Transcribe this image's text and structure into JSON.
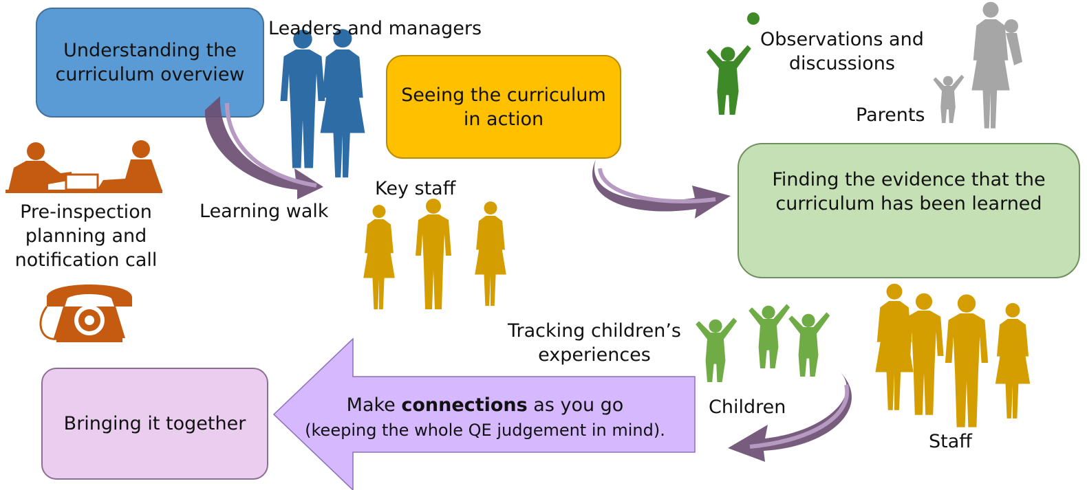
{
  "boxes": {
    "understanding": [
      "Understanding the",
      "curriculum overview"
    ],
    "seeing": [
      "Seeing the curriculum",
      "in action"
    ],
    "finding": [
      "Finding the evidence that the",
      "curriculum has been learned"
    ],
    "together": [
      "Bringing it together"
    ]
  },
  "labels": {
    "leaders": "Leaders and managers",
    "learning_walk": "Learning walk",
    "key_staff": "Key staff",
    "observations": [
      "Observations and",
      "discussions"
    ],
    "parents": "Parents",
    "pre_inspection": [
      "Pre-inspection",
      "planning and",
      "notification call"
    ],
    "tracking": [
      "Tracking children’s",
      "experiences"
    ],
    "children": "Children",
    "staff": "Staff"
  },
  "arrow": {
    "line1_pre": "Make ",
    "line1_bold": "connections",
    "line1_post": " as you go",
    "line2": "(keeping the whole QE judgement in mind)."
  },
  "colors": {
    "blue_box": "#5b9bd5",
    "yellow_box": "#ffc000",
    "green_box": "#c5e0b4",
    "pink_box": "#ebcdf0",
    "big_arrow": "#d6b8ff",
    "curved_arrow": "#6b4e72",
    "leaders_silhouette": "#2e6ca5",
    "staff_silhouette": "#d49d00",
    "children_silhouette": "#6fac46",
    "parents_silhouette": "#a6a6a6",
    "planning_silhouette": "#c55a11",
    "observation_child": "#3f8a28"
  },
  "icons": [
    "telephone-icon",
    "meeting-icon",
    "leaders-icon",
    "key-staff-icon",
    "staff-icon",
    "children-icon",
    "parents-icon",
    "child-with-ball-icon"
  ]
}
